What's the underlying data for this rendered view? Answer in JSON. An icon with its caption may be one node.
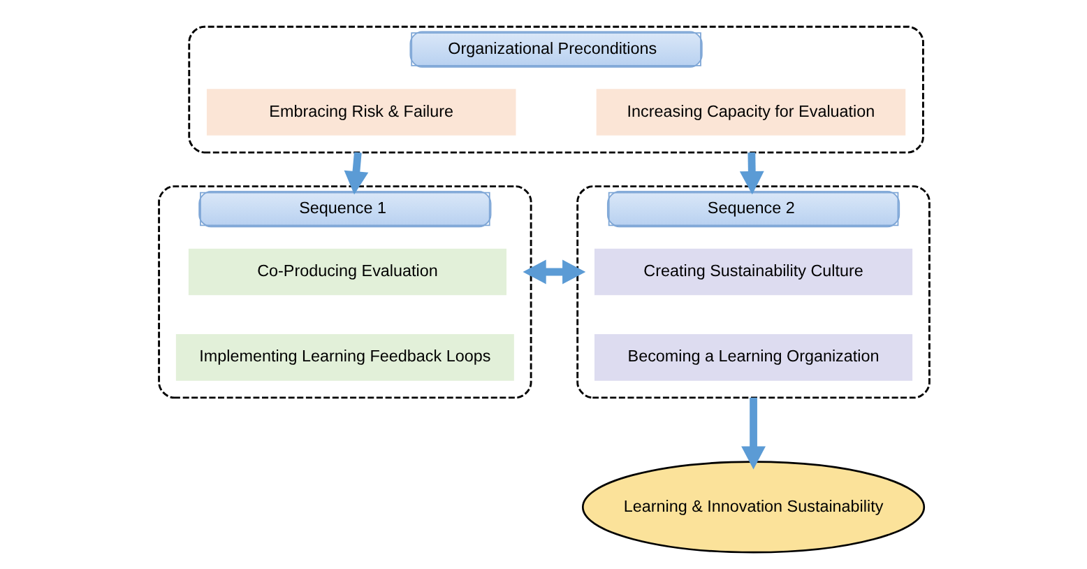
{
  "diagram": {
    "nodes": [
      {
        "text": [
          "Organizational Preconditions"
        ]
      },
      {
        "text": [
          "Embracing Risk & Failure"
        ],
        "in": 0
      },
      {
        "text": [
          "Increasing Capacity for Evaluation"
        ],
        "in": 0
      },
      {
        "text": [
          "Sequence 1"
        ]
      },
      {
        "text": [
          "Co-Producing Evaluation"
        ],
        "in": 3
      },
      {
        "text": [
          "Implementing Learning Feedback Loops"
        ],
        "in": 3
      },
      {
        "text": [
          "Sequence 2"
        ]
      },
      {
        "text": [
          "Creating Sustainability Culture"
        ],
        "in": 6
      },
      {
        "text": [
          "Becoming a Learning Organization"
        ],
        "in": 6
      },
      {
        "text": [
          "Learning & Innovation Sustainability"
        ]
      }
    ],
    "edges": [
      {
        "from": 0,
        "to": 3,
        "arrow": "to"
      },
      {
        "from": 0,
        "to": 6,
        "arrow": "to"
      },
      {
        "from": 3,
        "to": 6,
        "arrow": "both"
      },
      {
        "from": 6,
        "to": 9,
        "arrow": "to"
      }
    ]
  }
}
